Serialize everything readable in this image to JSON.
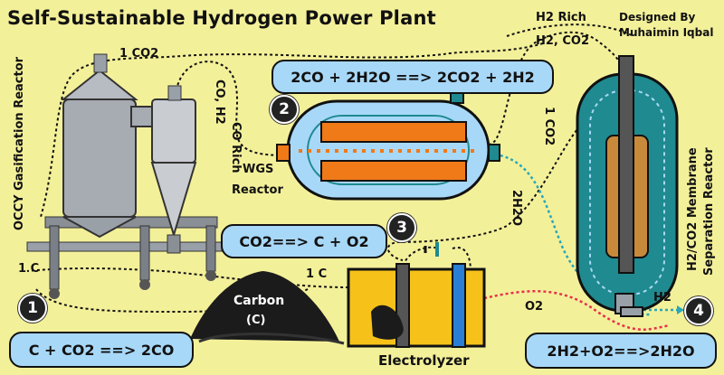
{
  "title": "Self-Sustainable Hydrogen Power Plant",
  "credit": {
    "line1": "Designed By",
    "line2": "Muhaimin Iqbal"
  },
  "steps": [
    "1",
    "2",
    "3",
    "4"
  ],
  "equations": {
    "wgs": "2CO + 2H2O ==> 2CO2 + 2H2",
    "electrolysis": "CO2==> C + O2",
    "gasification": "C + CO2 ==> 2CO",
    "combustion": "2H2+O2==>2H2O"
  },
  "components": {
    "occy": "OCCY Gasification Reactor",
    "wgs_line1": "WGS",
    "wgs_line2": "Reactor",
    "membrane_line1": "H2/CO2 Membrane",
    "membrane_line2": "Separation Reactor",
    "carbon_line1": "Carbon",
    "carbon_line2": "(C)",
    "electrolyzer": "Electrolyzer"
  },
  "flows": {
    "co2_top": "1 CO2",
    "co_rich_1": "CO Rich",
    "co_rich_2": "CO, H2",
    "h2_rich_1": "H2 Rich",
    "h2_rich_2": "H2, CO2",
    "co2_mid": "1 CO2",
    "h2o_1": "2H2O",
    "c_left": "1 C",
    "c_mid": "1 C",
    "o2": "O2",
    "h2": "H2"
  },
  "colors": {
    "background": "#f3f09a",
    "equation_fill": "#a8d8f8",
    "reactor_teal": "#1f8a8f",
    "heater_orange": "#f07a18",
    "electrolyzer_yellow": "#f6c21a",
    "oxygen_line": "#e8304a",
    "water_line": "#2aa7b8"
  }
}
